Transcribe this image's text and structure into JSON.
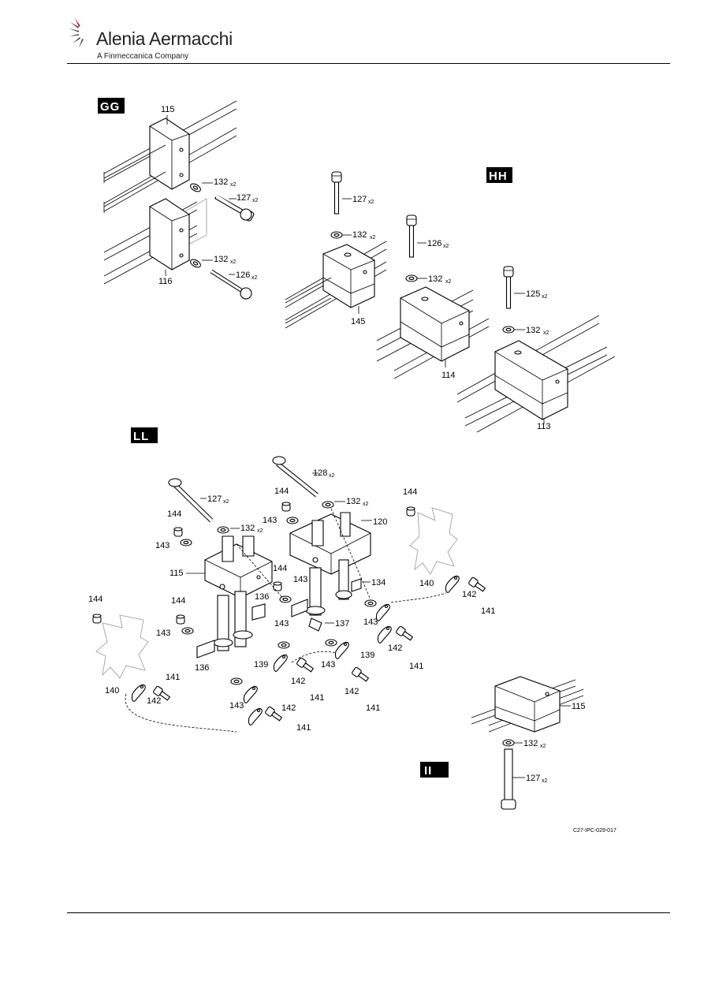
{
  "header": {
    "brand_name": "Alenia Aermacchi",
    "brand_tagline": "A Finmeccanica Company",
    "brand_color": "#c8102e"
  },
  "views": {
    "gg": "GG",
    "hh": "HH",
    "ll": "LL",
    "ii": "II"
  },
  "callouts": {
    "gg": {
      "p115": "115",
      "p132a": "132",
      "p127": "127",
      "p116": "116",
      "p132b": "132",
      "p126": "126",
      "qty": "x2"
    },
    "hh": {
      "p127": "127",
      "p132a": "132",
      "p145": "145",
      "p126": "126",
      "p132b": "132",
      "p114": "114",
      "p125": "125",
      "p132c": "132",
      "p113": "113",
      "qty": "x2"
    },
    "ll": {
      "p128": "128",
      "p132a": "132",
      "p127": "127",
      "p132b": "132",
      "p120": "120",
      "p144a": "144",
      "p143a": "143",
      "p144b": "144",
      "p143b": "143",
      "p115": "115",
      "p144c": "144",
      "p143c": "143",
      "p134": "134",
      "p136a": "136",
      "p136b": "136",
      "p137": "137",
      "p143d": "143",
      "p144d": "144",
      "p143e": "143",
      "p144e": "144",
      "p140a": "140",
      "p142a": "142",
      "p141a": "141",
      "p143f": "143",
      "p139a": "139",
      "p142b": "142",
      "p141b": "141",
      "p143g": "143",
      "p139b": "139",
      "p142c": "142",
      "p141c": "141",
      "p142d": "142",
      "p141d": "141",
      "p140b": "140",
      "p142e": "142",
      "p141e": "141",
      "p143h": "143",
      "p142f": "142",
      "p141f": "141",
      "qty": "x2"
    },
    "ii": {
      "p115": "115",
      "p132": "132",
      "p127": "127",
      "qty": "x2"
    }
  },
  "figure_reference": "C27-IPC-029-017"
}
